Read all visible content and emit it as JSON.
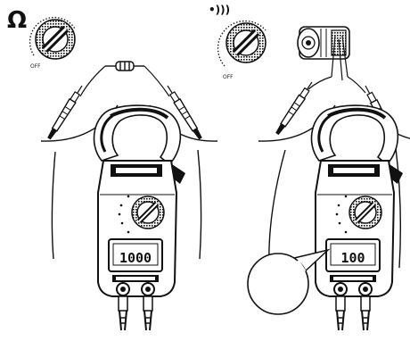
{
  "left_panel": {
    "mode_symbol": "Ω",
    "dial_off_label": "OFF",
    "display_value": "1000"
  },
  "right_panel": {
    "mode_symbol": "•)))",
    "dial_off_label": "OFF",
    "display_value": "100"
  },
  "colors": {
    "ink": "#111111",
    "paper": "#ffffff"
  }
}
